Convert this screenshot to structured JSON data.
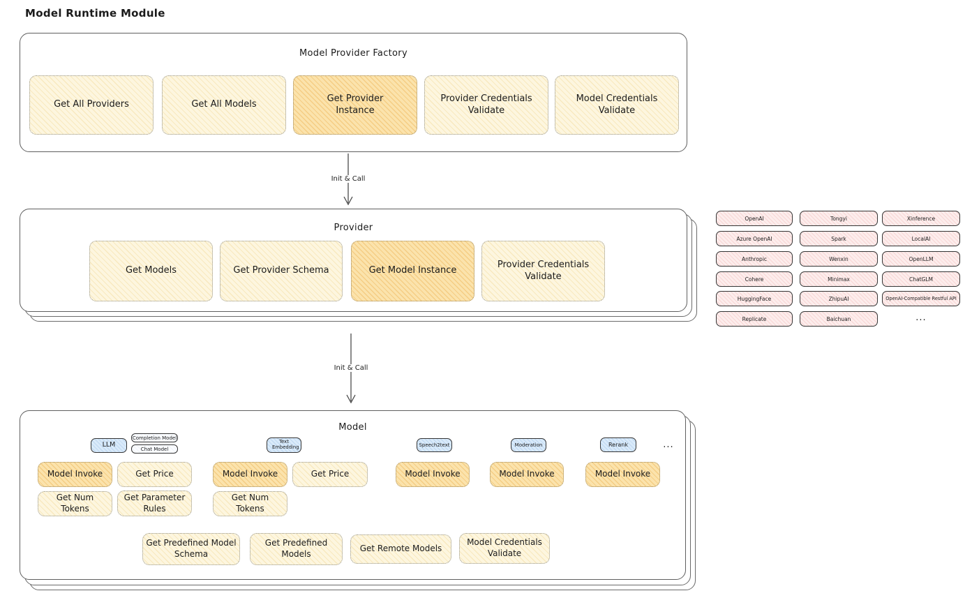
{
  "title": "Model Runtime Module",
  "connectors": {
    "init_call_top": "Init & Call",
    "init_call_bottom": "Init & Call"
  },
  "factory": {
    "title": "Model Provider Factory",
    "boxes": [
      "Get All Providers",
      "Get All Models",
      "Get Provider Instance",
      "Provider Credentials Validate",
      "Model Credentials Validate"
    ]
  },
  "provider": {
    "title": "Provider",
    "boxes": [
      "Get Models",
      "Get Provider Schema",
      "Get Model Instance",
      "Provider Credentials Validate"
    ]
  },
  "provider_list": {
    "col1": [
      "OpenAI",
      "Azure OpenAI",
      "Anthropic",
      "Cohere",
      "HuggingFace",
      "Replicate"
    ],
    "col2": [
      "Tongyi",
      "Spark",
      "Wenxin",
      "Minimax",
      "ZhipuAI",
      "Baichuan"
    ],
    "col3": [
      "Xinference",
      "LocalAI",
      "OpenLLM",
      "ChatGLM",
      "OpenAI-Compatible Restful API"
    ],
    "more": "..."
  },
  "model": {
    "title": "Model",
    "tabs": {
      "llm": "LLM",
      "llm_subtypes": [
        "Completion Model",
        "Chat Model"
      ],
      "text_embedding": "Text Embedding",
      "speech2text": "Speech2text",
      "moderation": "Moderation",
      "rerank": "Rerank",
      "more": "..."
    },
    "llm_ops": [
      "Model Invoke",
      "Get Price",
      "Get Num Tokens",
      "Get Parameter Rules"
    ],
    "text_embedding_ops": [
      "Model Invoke",
      "Get Price",
      "Get Num Tokens"
    ],
    "speech2text_ops": [
      "Model Invoke"
    ],
    "moderation_ops": [
      "Model Invoke"
    ],
    "rerank_ops": [
      "Model Invoke"
    ],
    "shared_ops": [
      "Get Predefined Model Schema",
      "Get Predefined Models",
      "Get Remote Models",
      "Model Credentials Validate"
    ]
  },
  "colors": {
    "box_yellow": "#fdf6df",
    "box_orange_highlight": "#fbe3ac",
    "pill_pink": "#fdedec",
    "tab_blue": "#d9eafa",
    "border_dark": "#343434",
    "border_container": "#5f5f5f",
    "text": "#1b1b1b"
  }
}
